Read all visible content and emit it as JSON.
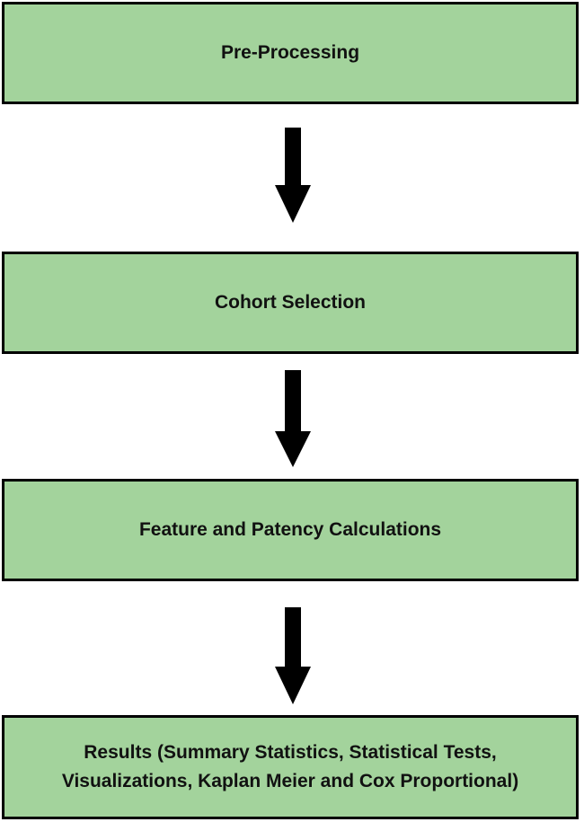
{
  "colors": {
    "box_fill": "#a3d39c",
    "box_border": "#000000",
    "arrow": "#000000"
  },
  "steps": [
    {
      "label": "Pre-Processing"
    },
    {
      "label": "Cohort Selection"
    },
    {
      "label": "Feature and Patency Calculations"
    },
    {
      "label": "Results (Summary Statistics, Statistical Tests, Visualizations, Kaplan Meier and Cox Proportional)"
    }
  ]
}
